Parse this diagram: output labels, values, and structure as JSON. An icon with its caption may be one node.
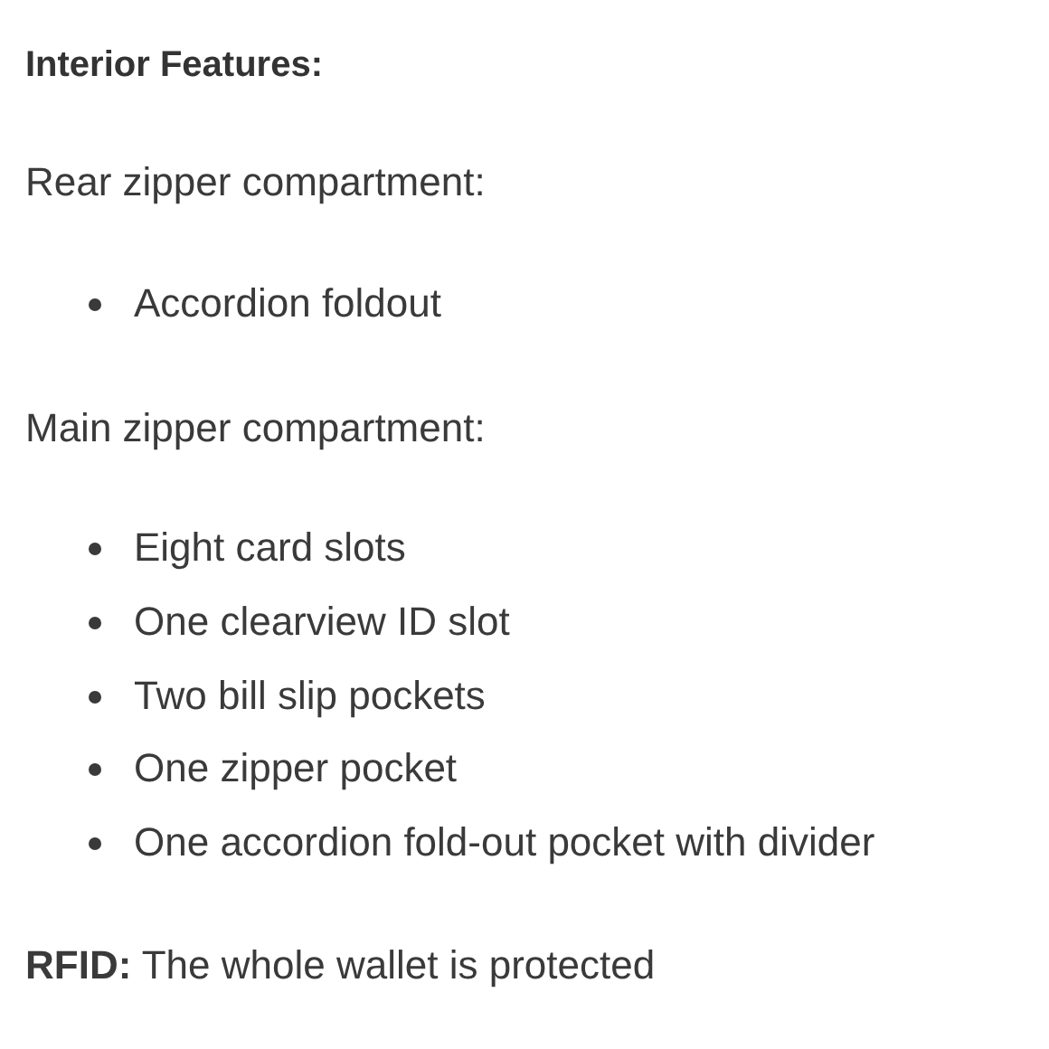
{
  "diagram": {
    "title": "Interior Features:",
    "labels": [
      "Rear zipper compartment:",
      "Accordion foldout",
      "Main zipper compartment:",
      "Eight card slots",
      "One clearview ID slot",
      "Two bill slip pockets",
      "One zipper pocket",
      "One accordion fold-out pocket with divider",
      "**RFID:** The whole wallet is protected"
    ]
  }
}
